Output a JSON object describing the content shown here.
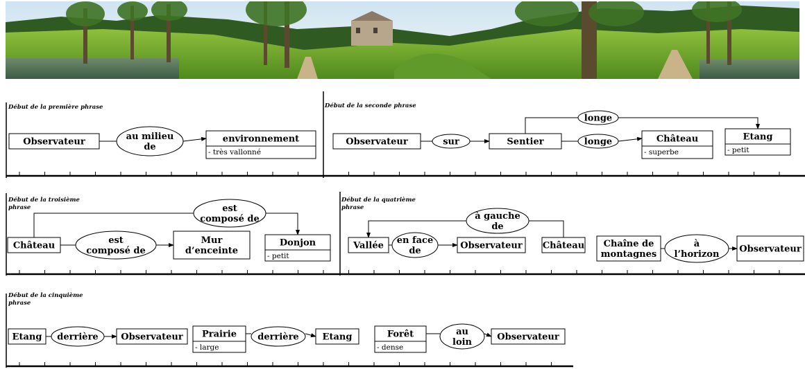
{
  "banner": {
    "description_icon": "panorama-landscape-photo"
  },
  "sections": {
    "s1": {
      "caption": [
        "Début de la première phrase"
      ]
    },
    "s2": {
      "caption": [
        "Début de la seconde phrase"
      ]
    },
    "s3": {
      "caption": [
        "Début de la troisième",
        "phrase"
      ]
    },
    "s4": {
      "caption": [
        "Début de la quatrième",
        "phrase"
      ]
    },
    "s5": {
      "caption": [
        "Début de la cinquième",
        "phrase"
      ]
    }
  },
  "nodes": {
    "s1_observateur": {
      "label": [
        "Observateur"
      ]
    },
    "s1_au_milieu_de": {
      "label": [
        "au milieu",
        "de"
      ]
    },
    "s1_environnement": {
      "label": [
        "environnement"
      ],
      "attrs": [
        "- très vallonné"
      ]
    },
    "s2_observateur": {
      "label": [
        "Observateur"
      ]
    },
    "s2_sur": {
      "label": [
        "sur"
      ]
    },
    "s2_sentier": {
      "label": [
        "Sentier"
      ]
    },
    "s2_longe_top": {
      "label": [
        "longe"
      ]
    },
    "s2_longe": {
      "label": [
        "longe"
      ]
    },
    "s2_chateau": {
      "label": [
        "Château"
      ],
      "attrs": [
        "- superbe"
      ]
    },
    "s2_etang": {
      "label": [
        "Etang"
      ],
      "attrs": [
        "- petit"
      ]
    },
    "s3_chateau": {
      "label": [
        "Château"
      ]
    },
    "s3_est_compose_top": {
      "label": [
        "est",
        "composé de"
      ]
    },
    "s3_est_compose": {
      "label": [
        "est",
        "composé de"
      ]
    },
    "s3_mur": {
      "label": [
        "Mur",
        "d’enceinte"
      ]
    },
    "s3_donjon": {
      "label": [
        "Donjon"
      ],
      "attrs": [
        "- petit"
      ]
    },
    "s4_vallee": {
      "label": [
        "Vallée"
      ]
    },
    "s4_en_face_de": {
      "label": [
        "en face",
        "de"
      ]
    },
    "s4_observateur": {
      "label": [
        "Observateur"
      ]
    },
    "s4_a_gauche_de": {
      "label": [
        "à gauche",
        "de"
      ]
    },
    "s4_chateau": {
      "label": [
        "Château"
      ]
    },
    "s4_chaine": {
      "label": [
        "Chaîne de",
        "montagnes"
      ]
    },
    "s4_a_horizon": {
      "label": [
        "à",
        "l’horizon"
      ]
    },
    "s4_observateur2": {
      "label": [
        "Observateur"
      ]
    },
    "s5_etang": {
      "label": [
        "Etang"
      ]
    },
    "s5_derriere": {
      "label": [
        "derrière"
      ]
    },
    "s5_observateur": {
      "label": [
        "Observateur"
      ]
    },
    "s5_prairie": {
      "label": [
        "Prairie"
      ],
      "attrs": [
        "- large"
      ]
    },
    "s5_derriere2": {
      "label": [
        "derrière"
      ]
    },
    "s5_etang2": {
      "label": [
        "Etang"
      ]
    },
    "s5_foret": {
      "label": [
        "Forêt"
      ],
      "attrs": [
        "- dense"
      ]
    },
    "s5_au_loin": {
      "label": [
        "au",
        "loin"
      ]
    },
    "s5_observateur2": {
      "label": [
        "Observateur"
      ]
    }
  }
}
